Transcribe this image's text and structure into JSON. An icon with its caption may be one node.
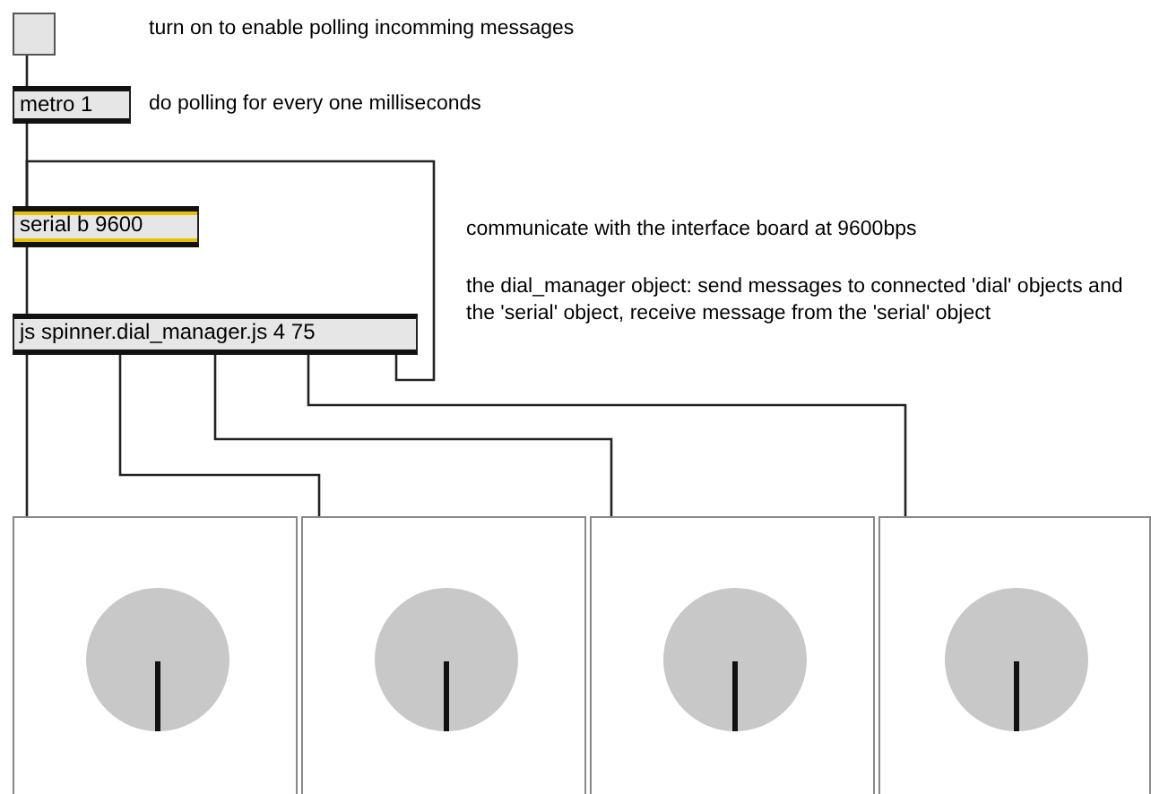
{
  "diagram": {
    "nodes": [
      {
        "text": [],
        "shape": "box"
      },
      {
        "text": [
          "metro 1"
        ]
      },
      {
        "text": [
          "serial b 9600"
        ]
      },
      {
        "text": [
          "js spinner.dial_manager.js 4 75"
        ]
      },
      {
        "text": [],
        "shape": "box"
      },
      {
        "text": [],
        "shape": "box"
      },
      {
        "text": [],
        "shape": "box"
      },
      {
        "text": [],
        "shape": "box"
      }
    ],
    "edges": [
      {
        "from": 0,
        "to": 1,
        "arrow": "none"
      },
      {
        "from": 1,
        "to": 2,
        "arrow": "none"
      },
      {
        "from": 2,
        "to": 3,
        "arrow": "none"
      },
      {
        "from": 3,
        "to": 2,
        "arrow": "none"
      },
      {
        "from": 3,
        "to": 4,
        "arrow": "none"
      },
      {
        "from": 3,
        "to": 5,
        "arrow": "none"
      },
      {
        "from": 3,
        "to": 6,
        "arrow": "none"
      },
      {
        "from": 3,
        "to": 7,
        "arrow": "none"
      }
    ],
    "labels": [
      "turn on to enable polling incomming messages",
      "do polling for every one milliseconds",
      "communicate with the interface board at 9600bps",
      "the dial_manager object: send messages to connected 'dial' objects and the 'serial' object, receive message from the 'serial' object"
    ]
  }
}
